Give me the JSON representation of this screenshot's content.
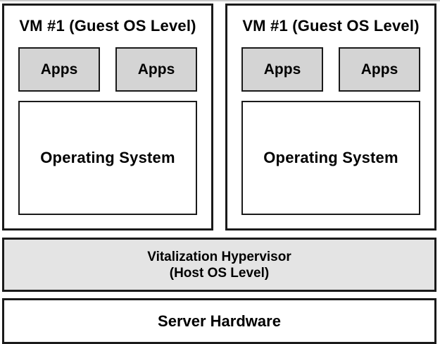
{
  "diagram": {
    "vms": [
      {
        "title": "VM #1 (Guest OS Level)",
        "apps": [
          "Apps",
          "Apps"
        ],
        "os_label": "Operating System"
      },
      {
        "title": "VM #1 (Guest OS Level)",
        "apps": [
          "Apps",
          "Apps"
        ],
        "os_label": "Operating System"
      }
    ],
    "hypervisor": {
      "line1": "Vitalization Hypervisor",
      "line2": "(Host OS Level)"
    },
    "hardware_label": "Server Hardware",
    "colors": {
      "apps_fill": "#d4d4d4",
      "hypervisor_fill": "#e4e4e4",
      "border": "#1a1a1a",
      "background": "#ffffff",
      "text": "#000000"
    }
  }
}
